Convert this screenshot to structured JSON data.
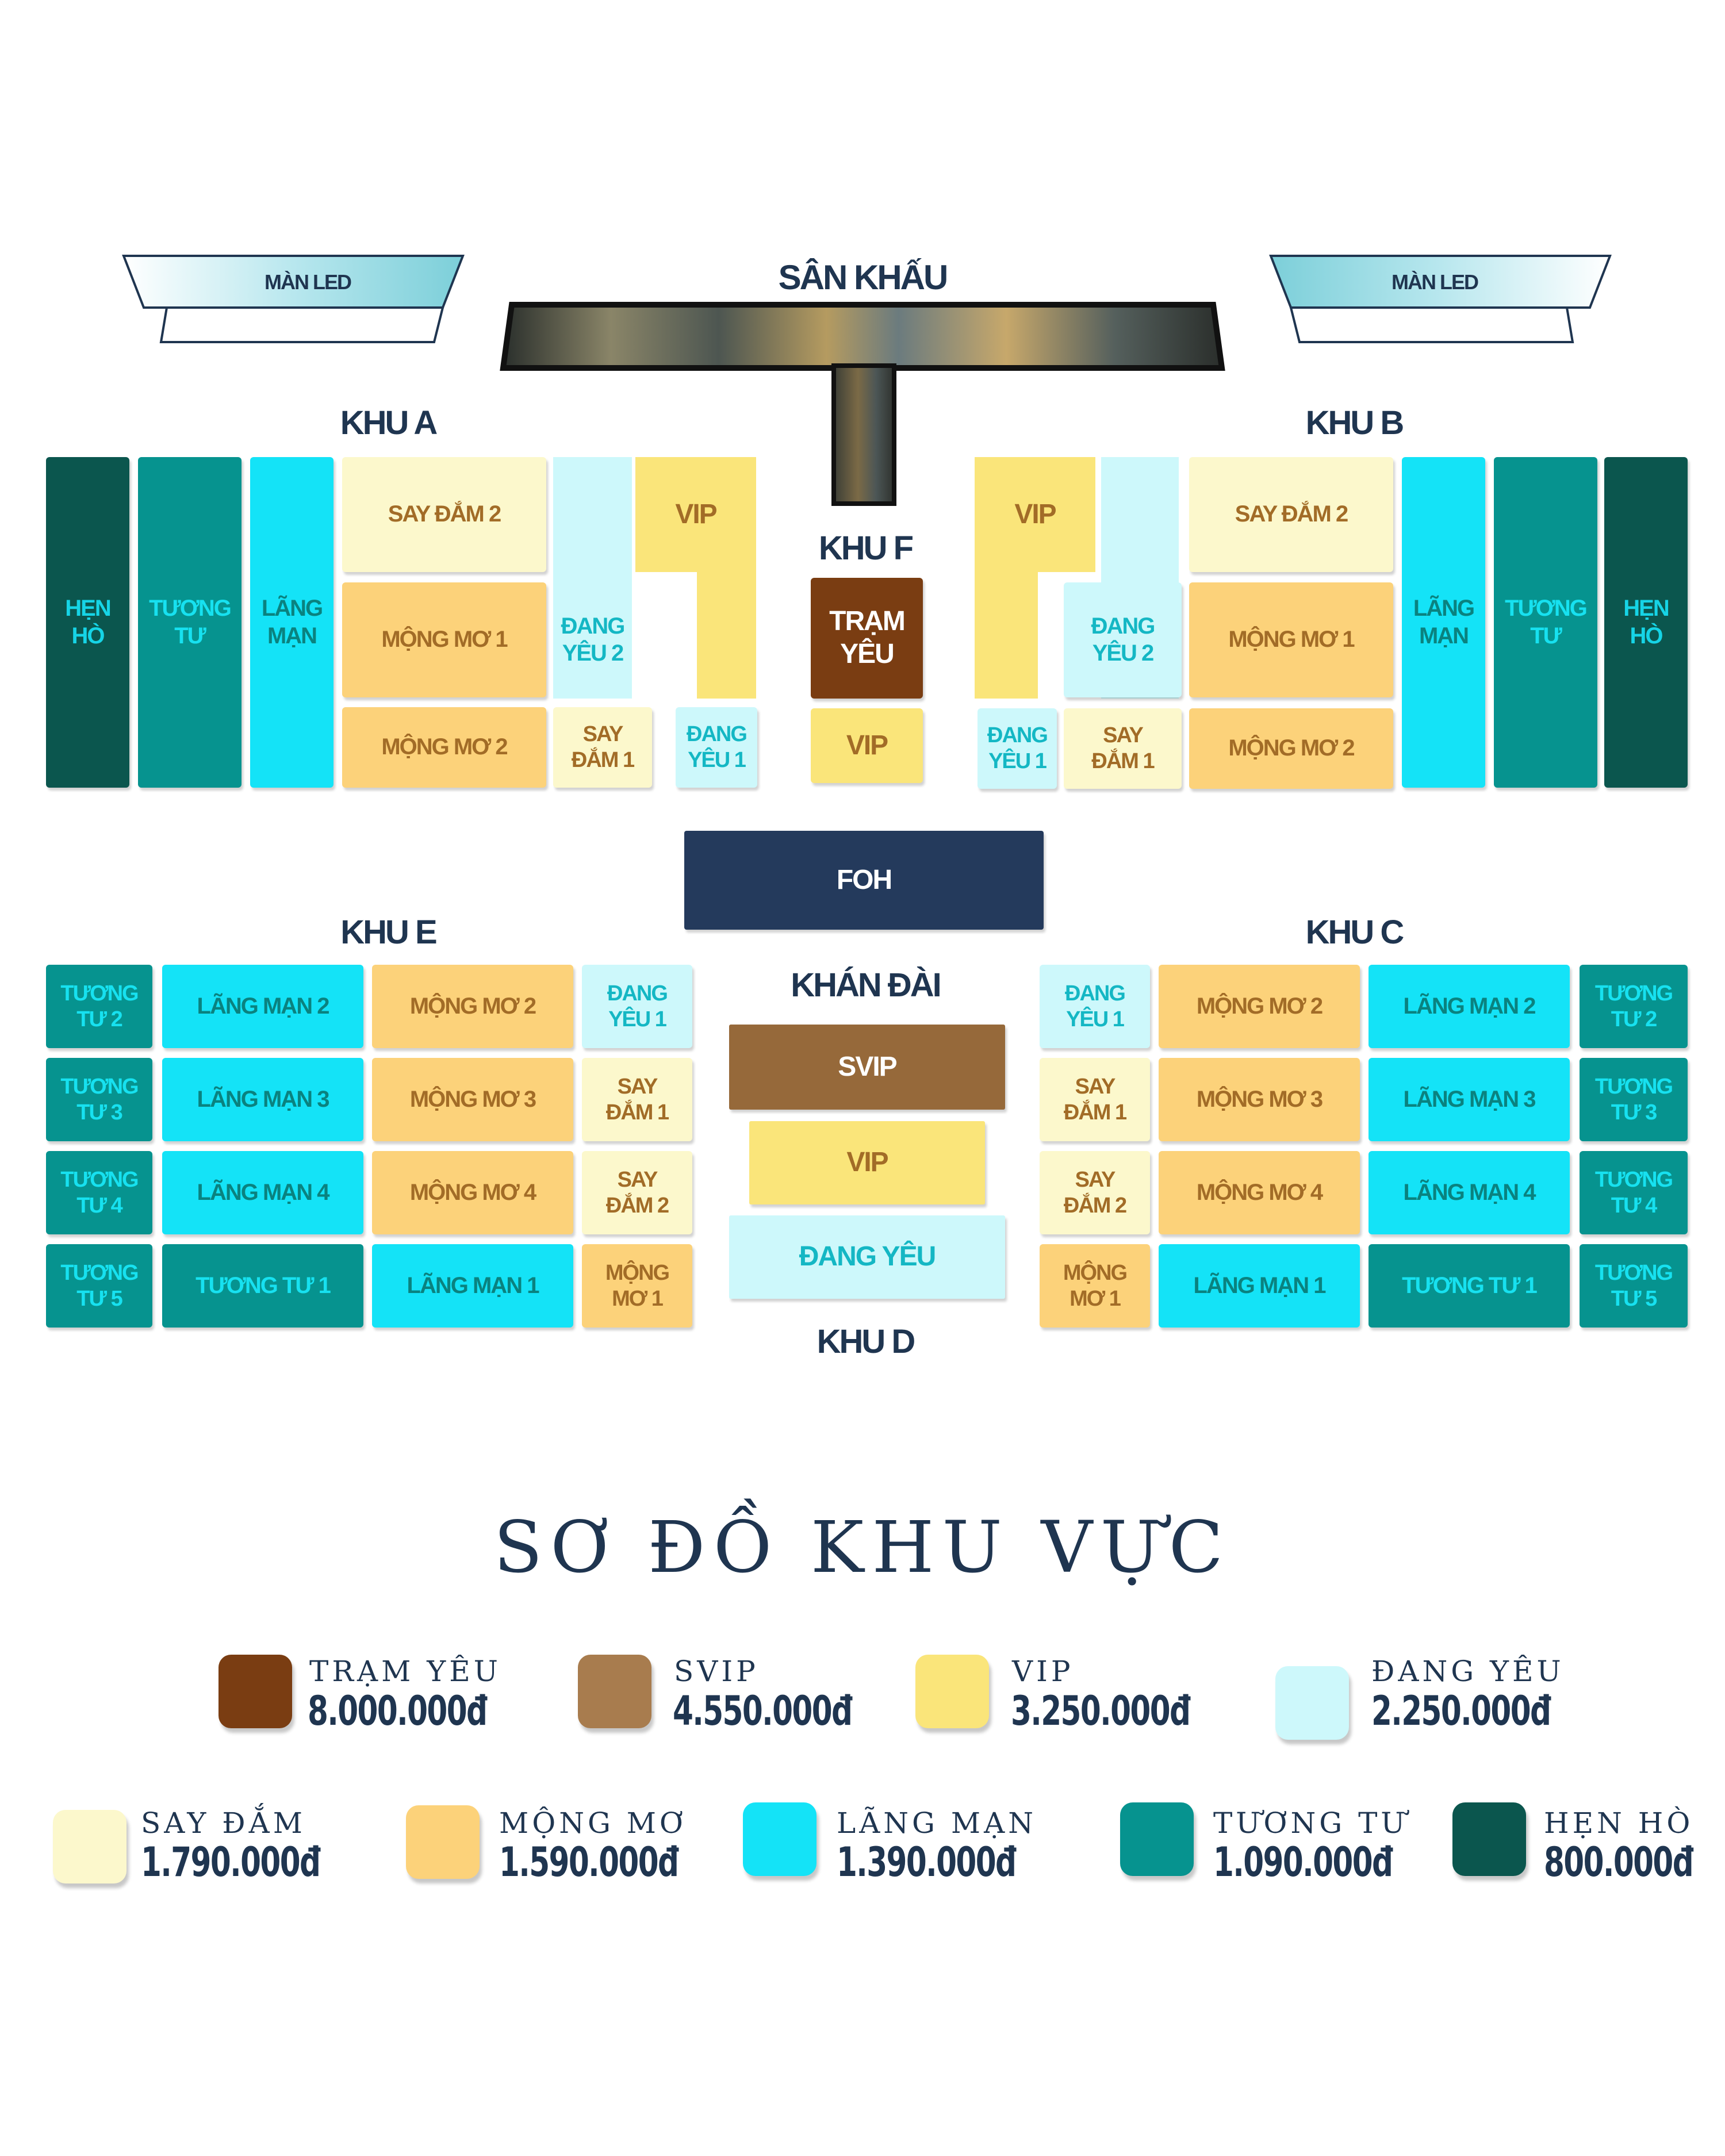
{
  "colors": {
    "tram_yeu": "#7a3d12",
    "svip": "#96693a",
    "vip": "#fae57a",
    "dang_yeu": "#cdf8fb",
    "say_dam": "#fcf8cc",
    "mong_mo": "#fcd27a",
    "lang_man": "#14e3f7",
    "tuong_tu": "#06938f",
    "hen_ho": "#0b564e",
    "foh": "#243a5c",
    "heading": "#1f3550",
    "gold_text": "#a26c27",
    "teal_text": "#14b7c4"
  },
  "stage": {
    "label": "SÂN KHẤU",
    "led_left": "MÀN LED",
    "led_right": "MÀN LED"
  },
  "zones": {
    "khu_a": "KHU A",
    "khu_b": "KHU B",
    "khu_c": "KHU C",
    "khu_d": "KHU D",
    "khu_e": "KHU E",
    "khu_f": "KHU F",
    "khan_dai": "KHÁN ĐÀI"
  },
  "foh": "FOH",
  "seats": {
    "a_hen_ho": "HẸN\nHÒ",
    "a_tuong_tu": "TƯƠNG\nTƯ",
    "a_lang_man": "LÃNG\nMẠN",
    "a_say_dam_2": "SAY ĐẮM 2",
    "a_mong_mo_1": "MỘNG MƠ 1",
    "a_mong_mo_2": "MỘNG MƠ 2",
    "a_dang_yeu_2": "ĐANG\nYÊU 2",
    "a_say_dam_1": "SAY\nĐẮM 1",
    "a_dang_yeu_1": "ĐANG\nYÊU 1",
    "a_vip": "VIP",
    "f_tram_yeu": "TRẠM\nYÊU",
    "f_vip": "VIP",
    "b_vip": "VIP",
    "b_dang_yeu_2": "ĐANG\nYÊU 2",
    "b_dang_yeu_1": "ĐANG\nYÊU 1",
    "b_say_dam_1": "SAY\nĐẮM 1",
    "b_say_dam_2": "SAY ĐẮM 2",
    "b_mong_mo_1": "MỘNG MƠ 1",
    "b_mong_mo_2": "MỘNG MƠ 2",
    "b_lang_man": "LÃNG\nMẠN",
    "b_tuong_tu": "TƯƠNG\nTƯ",
    "b_hen_ho": "HẸN\nHÒ",
    "e_tuong_tu_2": "TƯƠNG\nTƯ 2",
    "e_tuong_tu_3": "TƯƠNG\nTƯ 3",
    "e_tuong_tu_4": "TƯƠNG\nTƯ 4",
    "e_tuong_tu_5": "TƯƠNG\nTƯ 5",
    "e_lang_man_2": "LÃNG MẠN 2",
    "e_lang_man_3": "LÃNG MẠN 3",
    "e_lang_man_4": "LÃNG MẠN 4",
    "e_tuong_tu_1": "TƯƠNG TƯ 1",
    "e_mong_mo_2": "MỘNG MƠ 2",
    "e_mong_mo_3": "MỘNG MƠ 3",
    "e_mong_mo_4": "MỘNG MƠ 4",
    "e_lang_man_1": "LÃNG MẠN 1",
    "e_dang_yeu_1": "ĐANG\nYÊU 1",
    "e_say_dam_1": "SAY\nĐẮM 1",
    "e_say_dam_2": "SAY\nĐẮM 2",
    "e_mong_mo_1": "MỘNG\nMƠ 1",
    "d_svip": "SVIP",
    "d_vip": "VIP",
    "d_dang_yeu": "ĐANG YÊU",
    "c_dang_yeu_1": "ĐANG\nYÊU 1",
    "c_say_dam_1": "SAY\nĐẮM 1",
    "c_say_dam_2": "SAY\nĐẮM 2",
    "c_mong_mo_1": "MỘNG\nMƠ 1",
    "c_mong_mo_2": "MỘNG MƠ 2",
    "c_mong_mo_3": "MỘNG MƠ 3",
    "c_mong_mo_4": "MỘNG MƠ 4",
    "c_lang_man_1": "LÃNG MẠN 1",
    "c_lang_man_2": "LÃNG MẠN 2",
    "c_lang_man_3": "LÃNG MẠN 3",
    "c_lang_man_4": "LÃNG MẠN 4",
    "c_tuong_tu_1": "TƯƠNG TƯ 1",
    "c_tuong_tu_2": "TƯƠNG\nTƯ 2",
    "c_tuong_tu_3": "TƯƠNG\nTƯ 3",
    "c_tuong_tu_4": "TƯƠNG\nTƯ 4",
    "c_tuong_tu_5": "TƯƠNG\nTƯ 5"
  },
  "map_title": "SƠ ĐỒ KHU VỰC",
  "legend": [
    {
      "name": "TRẠM YÊU",
      "price": "8.000.000đ",
      "color": "#7a3d12"
    },
    {
      "name": "SVIP",
      "price": "4.550.000đ",
      "color": "#a87c4e"
    },
    {
      "name": "VIP",
      "price": "3.250.000đ",
      "color": "#fae57a"
    },
    {
      "name": "ĐANG YÊU",
      "price": "2.250.000đ",
      "color": "#cdf8fb"
    },
    {
      "name": "SAY ĐẮM",
      "price": "1.790.000đ",
      "color": "#fcf8cc"
    },
    {
      "name": "MỘNG MƠ",
      "price": "1.590.000đ",
      "color": "#fcd27a"
    },
    {
      "name": "LÃNG MẠN",
      "price": "1.390.000đ",
      "color": "#14e3f7"
    },
    {
      "name": "TƯƠNG TƯ",
      "price": "1.090.000đ",
      "color": "#06938f"
    },
    {
      "name": "HẸN HÒ",
      "price": "800.000đ",
      "color": "#0b564e"
    }
  ]
}
